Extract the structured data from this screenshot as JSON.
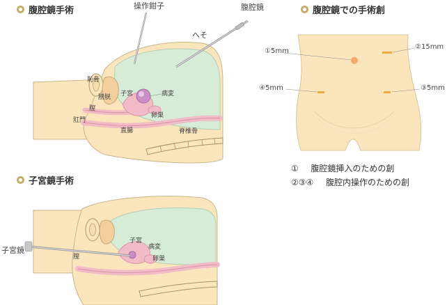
{
  "sections": {
    "laparoscopy": {
      "title": "腹腔鏡手術"
    },
    "hysteroscopy": {
      "title": "子宮鏡手術"
    },
    "wounds": {
      "title": "腹腔鏡での手術創"
    }
  },
  "laparoscopy_labels": {
    "forceps": "操作鉗子",
    "laparoscope": "腹腔鏡",
    "navel": "へそ",
    "pubic_bone": "恥骨",
    "bladder": "膀胱",
    "uterus": "子宮",
    "lesion": "病変",
    "vagina": "膣",
    "ovary": "卵巣",
    "anus": "肛門",
    "rectum": "直腸",
    "spine": "脊椎骨"
  },
  "hysteroscopy_labels": {
    "hysteroscope": "子宮鏡",
    "uterus": "子宮",
    "lesion": "病変",
    "ovary": "卵巣",
    "vagina": "膣"
  },
  "wound_labels": {
    "w1": "①5mm",
    "w2": "②15mm",
    "w3": "③5mm",
    "w4": "④5mm"
  },
  "legend": {
    "line1_num": "①",
    "line1_text": "腹腔鏡挿入のための創",
    "line2_num": "②③④",
    "line2_text": "腹腔内操作のための創"
  },
  "colors": {
    "skin": "#fbe5bc",
    "outline": "#c9b48a",
    "cavity": "#d6ecd6",
    "pink": "#f2bcc6",
    "lesion": "#c98fc4",
    "navel_dot": "#f3a86a",
    "incision": "#f0a83a",
    "bullet": "#c7ad6d"
  }
}
